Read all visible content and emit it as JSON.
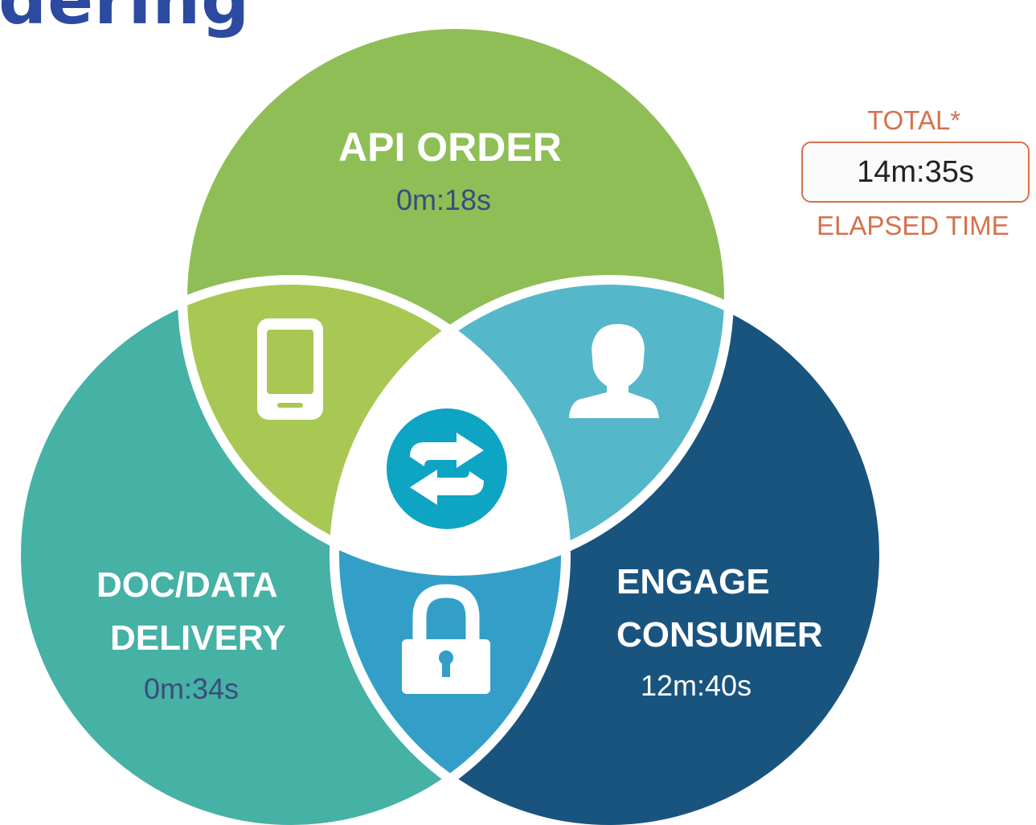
{
  "page": {
    "title_fragment": "dering"
  },
  "colors": {
    "title": "#2b4aa0",
    "api_order_circle": "#8fbe57",
    "doc_circle": "#46b1a5",
    "engage_circle": "#19547f",
    "api_doc_overlap": "#a8c853",
    "api_engage_overlap": "#55b8ca",
    "doc_engage_overlap": "#339fc9",
    "center_icon": "#0ea4c4",
    "total_accent": "#d4724b",
    "time_text_dark": "#3b4c7c",
    "time_text_light": "#ffffff"
  },
  "sections": {
    "api_order": {
      "label": "API ORDER",
      "time": "0m:18s"
    },
    "doc_delivery": {
      "label_line1": "DOC/DATA",
      "label_line2": "DELIVERY",
      "time": "0m:34s"
    },
    "engage_consumer": {
      "label_line1": "ENGAGE",
      "label_line2": "CONSUMER",
      "time": "12m:40s"
    }
  },
  "icons": {
    "api_doc_overlap": "mobile-phone-icon",
    "api_engage_overlap": "user-icon",
    "doc_engage_overlap": "padlock-icon",
    "center": "exchange-arrows-icon"
  },
  "total": {
    "caption": "TOTAL*",
    "value": "14m:35s",
    "subcaption": "ELAPSED TIME"
  }
}
